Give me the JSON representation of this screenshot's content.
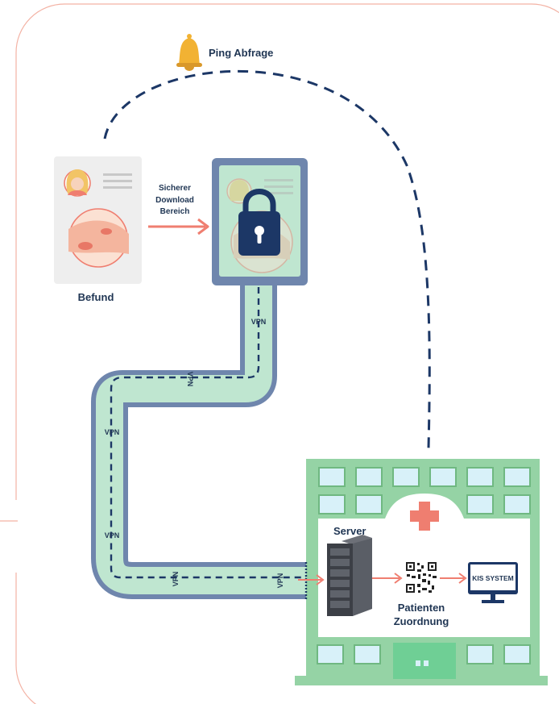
{
  "ping": {
    "label": "Ping Abfrage",
    "icon": "bell-icon"
  },
  "befund": {
    "label": "Befund"
  },
  "secure_download": {
    "line1": "Sicherer",
    "line2": "Download",
    "line3": "Bereich"
  },
  "vpn": {
    "label": "VPN"
  },
  "hospital": {
    "server_label": "Server",
    "assignment_line1": "Patienten",
    "assignment_line2": "Zuordnung",
    "kis_label": "KIS SYSTEM"
  },
  "colors": {
    "navy": "#1f3553",
    "dash": "#1c3766",
    "coral": "#ef7e70",
    "mint": "#bfe6d0",
    "tube_border": "#6f86ad",
    "building": "#95d3a5",
    "window": "#d8f1f9",
    "bell": "#f2b233"
  }
}
